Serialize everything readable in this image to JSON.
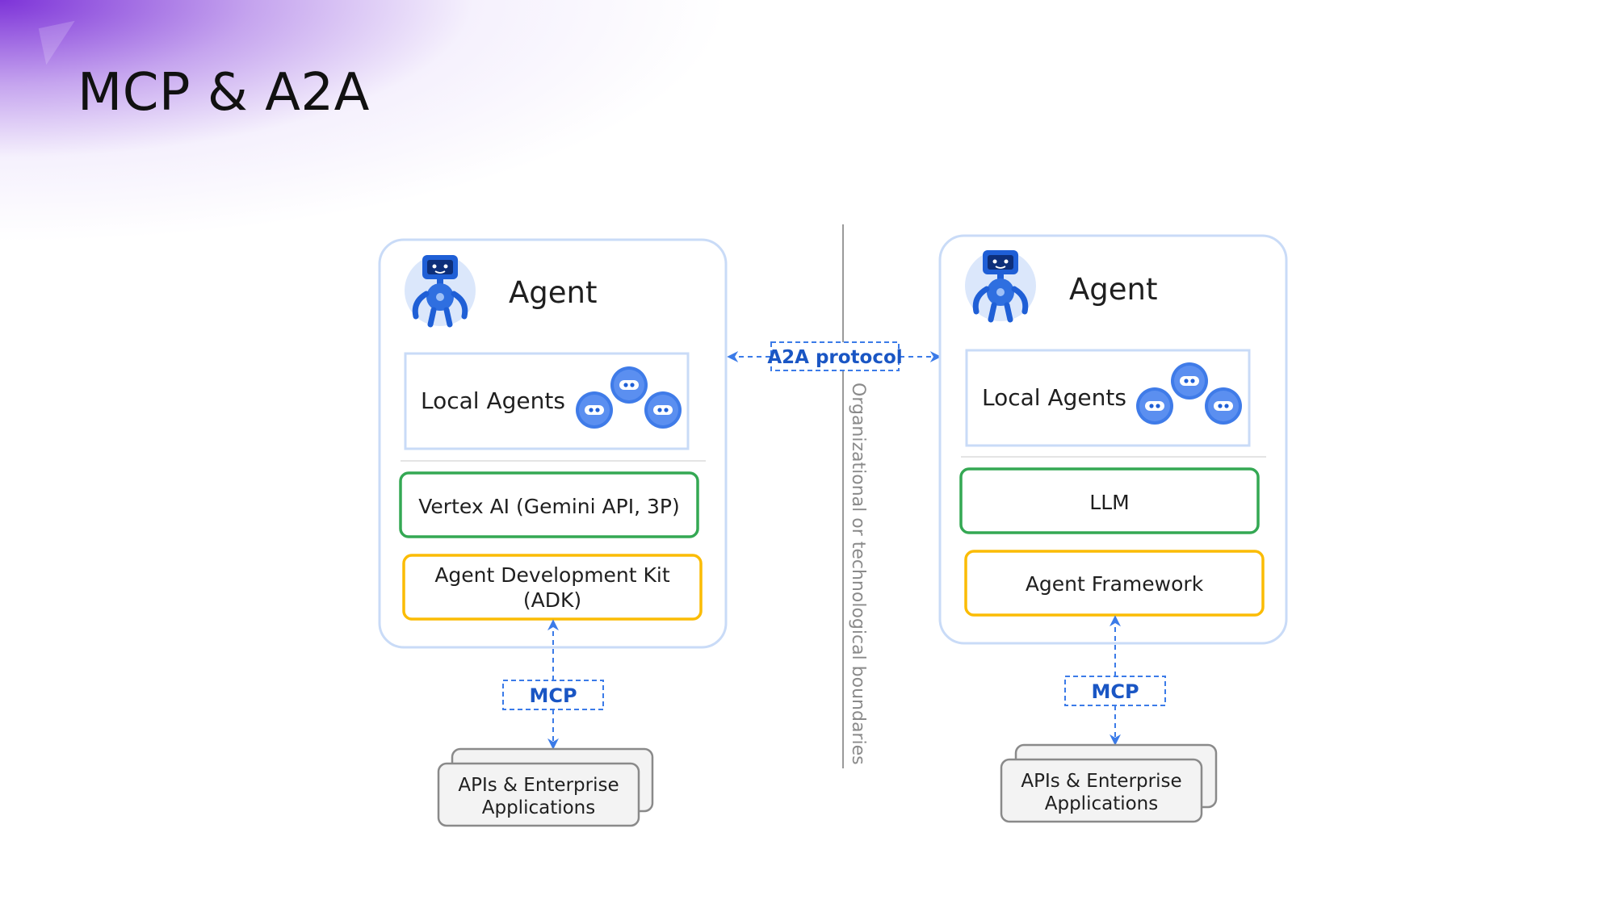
{
  "slide": {
    "title": "MCP & A2A"
  },
  "diagram": {
    "left_agent": {
      "title": "Agent",
      "local_agents": "Local Agents",
      "llm_box": "Vertex AI (Gemini API, 3P)",
      "framework_box_line1": "Agent Development Kit",
      "framework_box_line2": "(ADK)",
      "mcp_label": "MCP",
      "apis_line1": "APIs & Enterprise",
      "apis_line2": "Applications"
    },
    "right_agent": {
      "title": "Agent",
      "local_agents": "Local Agents",
      "llm_box": "LLM",
      "framework_box": "Agent Framework",
      "mcp_label": "MCP",
      "apis_line1": "APIs & Enterprise",
      "apis_line2": "Applications"
    },
    "protocol_label": "A2A protocol",
    "boundary_label": "Organizational or technological boundaries"
  },
  "colors": {
    "accent_purple": "#7628d6",
    "agent_border": "#c9dbf7",
    "llm_border": "#34a853",
    "framework_border": "#fbbc04",
    "blue": "#1a56c4",
    "robot_blue": "#2f6fe0"
  }
}
